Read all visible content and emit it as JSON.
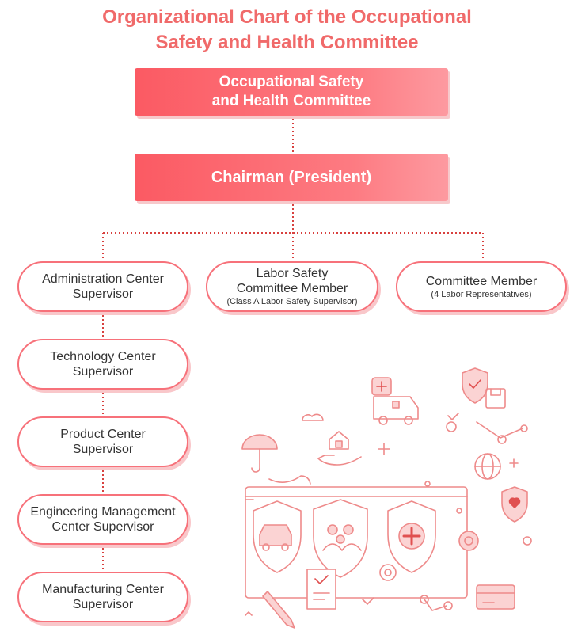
{
  "title": {
    "line1": "Organizational Chart of the Occupational",
    "line2": "Safety and Health Committee"
  },
  "top_box": {
    "line1": "Occupational Safety",
    "line2": "and Health Committee"
  },
  "chairman": {
    "label": "Chairman (President)"
  },
  "row1": {
    "admin": {
      "line1": "Administration Center",
      "line2": "Supervisor"
    },
    "labor": {
      "line1": "Labor Safety",
      "line2": "Committee Member",
      "note": "(Class A Labor Safety Supervisor)"
    },
    "member": {
      "line1": "Committee Member",
      "note": "(4 Labor Representatives)"
    }
  },
  "column": [
    {
      "line1": "Technology Center",
      "line2": "Supervisor"
    },
    {
      "line1": "Product Center",
      "line2": "Supervisor"
    },
    {
      "line1": "Engineering Management",
      "line2": "Center Supervisor"
    },
    {
      "line1": "Manufacturing Center",
      "line2": "Supervisor"
    }
  ],
  "colors": {
    "accent": "#f06a6a",
    "box_red": "#fb5a63",
    "line": "#e4514f"
  },
  "icons": [
    "shield-check-icon",
    "ambulance-icon",
    "umbrella-icon",
    "house-hand-icon",
    "globe-icon",
    "heart-shield-icon",
    "car-shield-icon",
    "family-shield-icon",
    "medical-shield-icon",
    "gear-icon",
    "document-check-icon",
    "pen-icon",
    "credit-card-icon",
    "cloud-icon",
    "network-icon"
  ]
}
